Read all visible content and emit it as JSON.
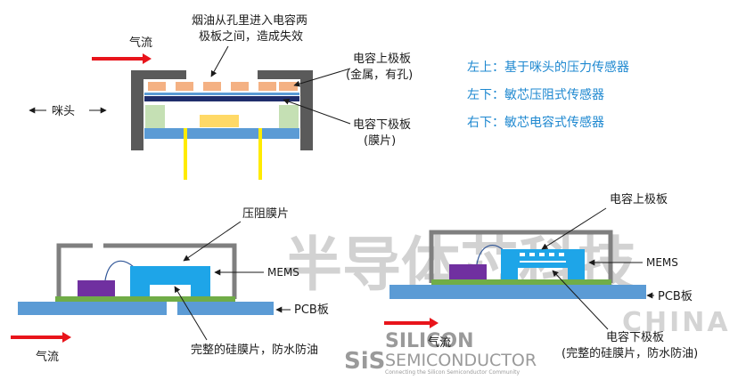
{
  "top_diagram": {
    "note_line1": "烟油从孔里进入电容两",
    "note_line2": "极板之间，造成失效",
    "airflow_label": "气流",
    "nozzle_label": "咪头",
    "upper_plate_line1": "电容上极板",
    "upper_plate_line2": "(金属，有孔)",
    "lower_plate_line1": "电容下极板",
    "lower_plate_line2": "(膜片)"
  },
  "legend": {
    "items": [
      "左上：基于咪头的压力传感器",
      "左下：敏芯压阻式传感器",
      "右下：敏芯电容式传感器"
    ]
  },
  "bottom_left": {
    "diaphragm_label": "压阻膜片",
    "mems_label": "MEMS",
    "pcb_label": "PCB板",
    "airflow_label": "气流",
    "membrane_note": "完整的硅膜片，防水防油"
  },
  "bottom_right": {
    "upper_plate_label": "电容上极板",
    "mems_label": "MEMS",
    "pcb_label": "PCB板",
    "airflow_label": "气流",
    "lower_plate_label": "电容下极板",
    "membrane_note": "(完整的硅膜片，防水防油)"
  },
  "watermark": {
    "cn_text": "半导体芯科技",
    "china_text": "CHINA",
    "logo_letters": "SiS",
    "logo_line1": "SILICON",
    "logo_line2": "SEMICONDUCTOR",
    "logo_tagline": "Connecting the Silicon Semiconductor Community"
  },
  "colors": {
    "airflow_arrow": "#e8141b",
    "housing": "#5a5a5a",
    "upper_plate": "#f4b183",
    "lower_plate": "#5b9bd5",
    "dark_band": "#1f2d6b",
    "gel": "#c5e0b4",
    "chip": "#ffd966",
    "pins": "#ffeb00",
    "mems_die": "#1ea5e8",
    "asic": "#7030a0",
    "substrate_green": "#70ad47",
    "pcb": "#5b9bd5",
    "cap_outline": "#7f7f7f",
    "legend_text": "#1e88d0"
  }
}
